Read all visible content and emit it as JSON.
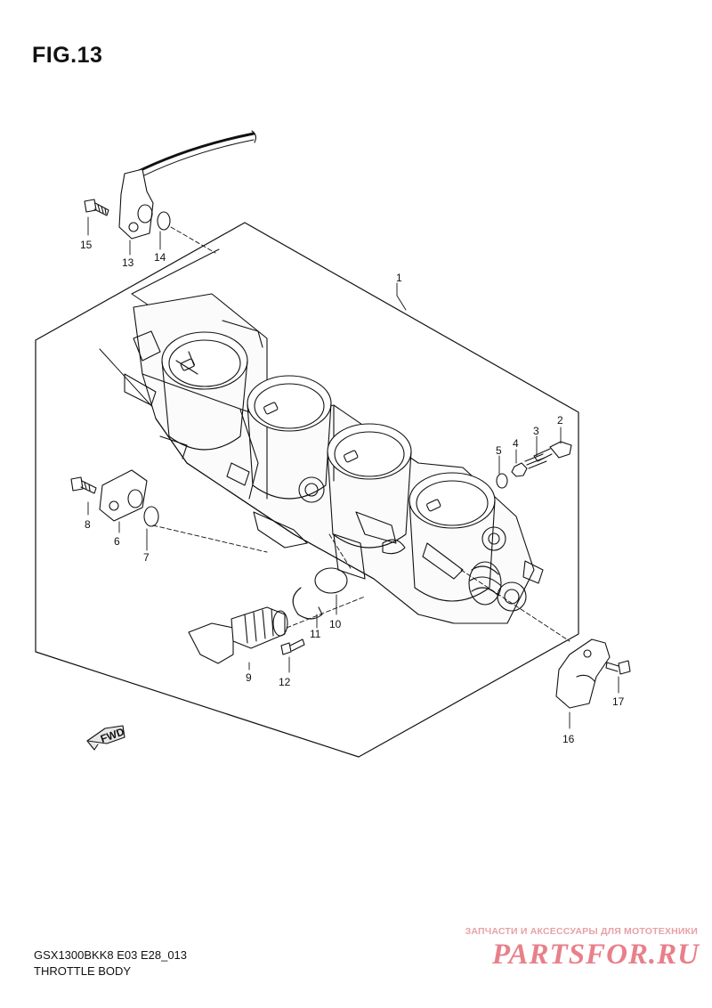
{
  "figure": {
    "title": "FIG.13",
    "model_code": "GSX1300BKK8 E03 E28_013",
    "diagram_name": "THROTTLE BODY"
  },
  "callouts": [
    "1",
    "2",
    "3",
    "4",
    "5",
    "6",
    "7",
    "8",
    "9",
    "10",
    "11",
    "12",
    "13",
    "14",
    "15",
    "16",
    "17"
  ],
  "direction_badge": "FWD",
  "watermark": {
    "tagline": "ЗАПЧАСТИ И АКСЕССУАРЫ ДЛЯ МОТОТЕХНИКИ",
    "logo": "PARTSFOR.RU"
  }
}
